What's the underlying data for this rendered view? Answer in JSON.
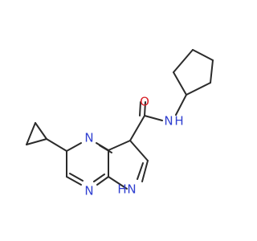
{
  "molecule": {
    "atoms": {
      "carbonyl_oxygen": "O",
      "amide_nitrogen": "N",
      "amide_hydrogen": "H",
      "pyrazine_nitrogen_top": "N",
      "pyrazine_nitrogen_bottom": "N",
      "pyrrole_nitrogen": "N",
      "pyrrole_hydrogen": "H"
    },
    "colors": {
      "oxygen": "#d81f26",
      "nitrogen": "#2f3fd0",
      "bond": "#2b2b2b"
    }
  }
}
